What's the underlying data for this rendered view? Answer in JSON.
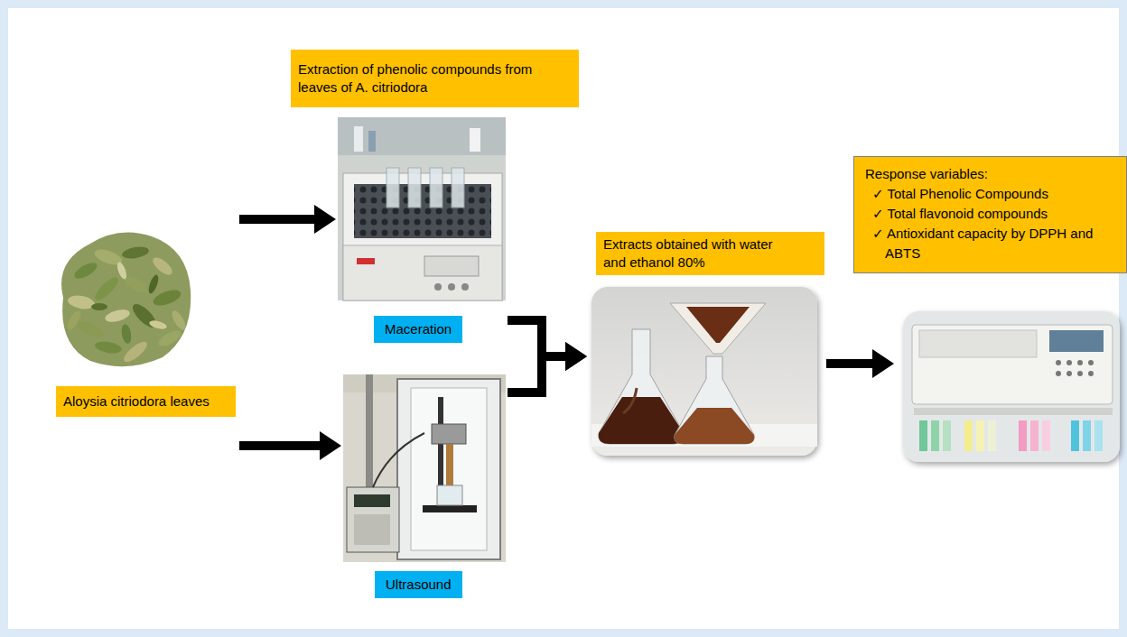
{
  "diagram": {
    "nodes": [
      {
        "text": [
          "Extraction of phenolic compounds from leaves of A. citriodora"
        ]
      },
      {
        "text": [
          "Aloysia citriodora leaves"
        ]
      },
      {
        "text": [
          "Maceration"
        ]
      },
      {
        "text": [
          "Ultrasound"
        ]
      },
      {
        "text": [
          "Extracts obtained with water and ethanol 80%"
        ]
      },
      {
        "text": [
          "Response variables:",
          "✓ Total Phenolic Compounds",
          "✓ Total flavonoid compounds",
          "✓ Antioxidant capacity by DPPH and ABTS"
        ]
      }
    ],
    "edges": [
      {
        "from": 1,
        "to": 2,
        "arrow": "to"
      },
      {
        "from": 1,
        "to": 3,
        "arrow": "to"
      },
      {
        "from": 2,
        "to": 4,
        "arrow": "to"
      },
      {
        "from": 3,
        "to": 4,
        "arrow": "to"
      },
      {
        "from": 4,
        "to": 5,
        "arrow": "to"
      }
    ]
  }
}
